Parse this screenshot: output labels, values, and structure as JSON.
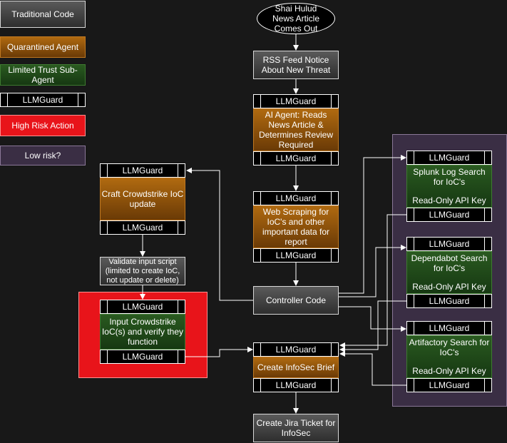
{
  "legend": {
    "traditional": "Traditional Code",
    "quarantined": "Quarantined Agent",
    "limited": "Limited Trust Sub-Agent",
    "llmguard": "LLMGuard",
    "high_risk": "High Risk Action",
    "low_risk": "Low risk?"
  },
  "guard_label": "LLMGuard",
  "nodes": {
    "news": "Shai Hulud News Article Comes Out",
    "rss": "RSS Feed Notice About New Threat",
    "ai_agent": "AI Agent: Reads News Article & Determines Review Required",
    "web_scrape": "Web Scraping for IoC's and other important data for report",
    "controller": "Controller Code",
    "brief": "Create InfoSec Brief",
    "jira": "Create Jira Ticket for InfoSec",
    "craft": "Craft Crowdstrike IoC update",
    "validate": "Validate input script (limited to create IoC, not update or delete)",
    "input_cs": "Input Crowdstrike IoC(s) and verify they function",
    "splunk": "Splunk Log Search for IoC's",
    "dependabot": "Dependabot Search for IoC's",
    "artifactory": "Artifactory Search for IoC's",
    "readonly": "Read-Only API Key"
  },
  "colors": {
    "background": "#181818",
    "traditional": "#4a4a4a",
    "quarantined": "#9a5a0c",
    "limited": "#234d1a",
    "high_risk": "#e8141a",
    "low_risk": "#3a2e44"
  }
}
